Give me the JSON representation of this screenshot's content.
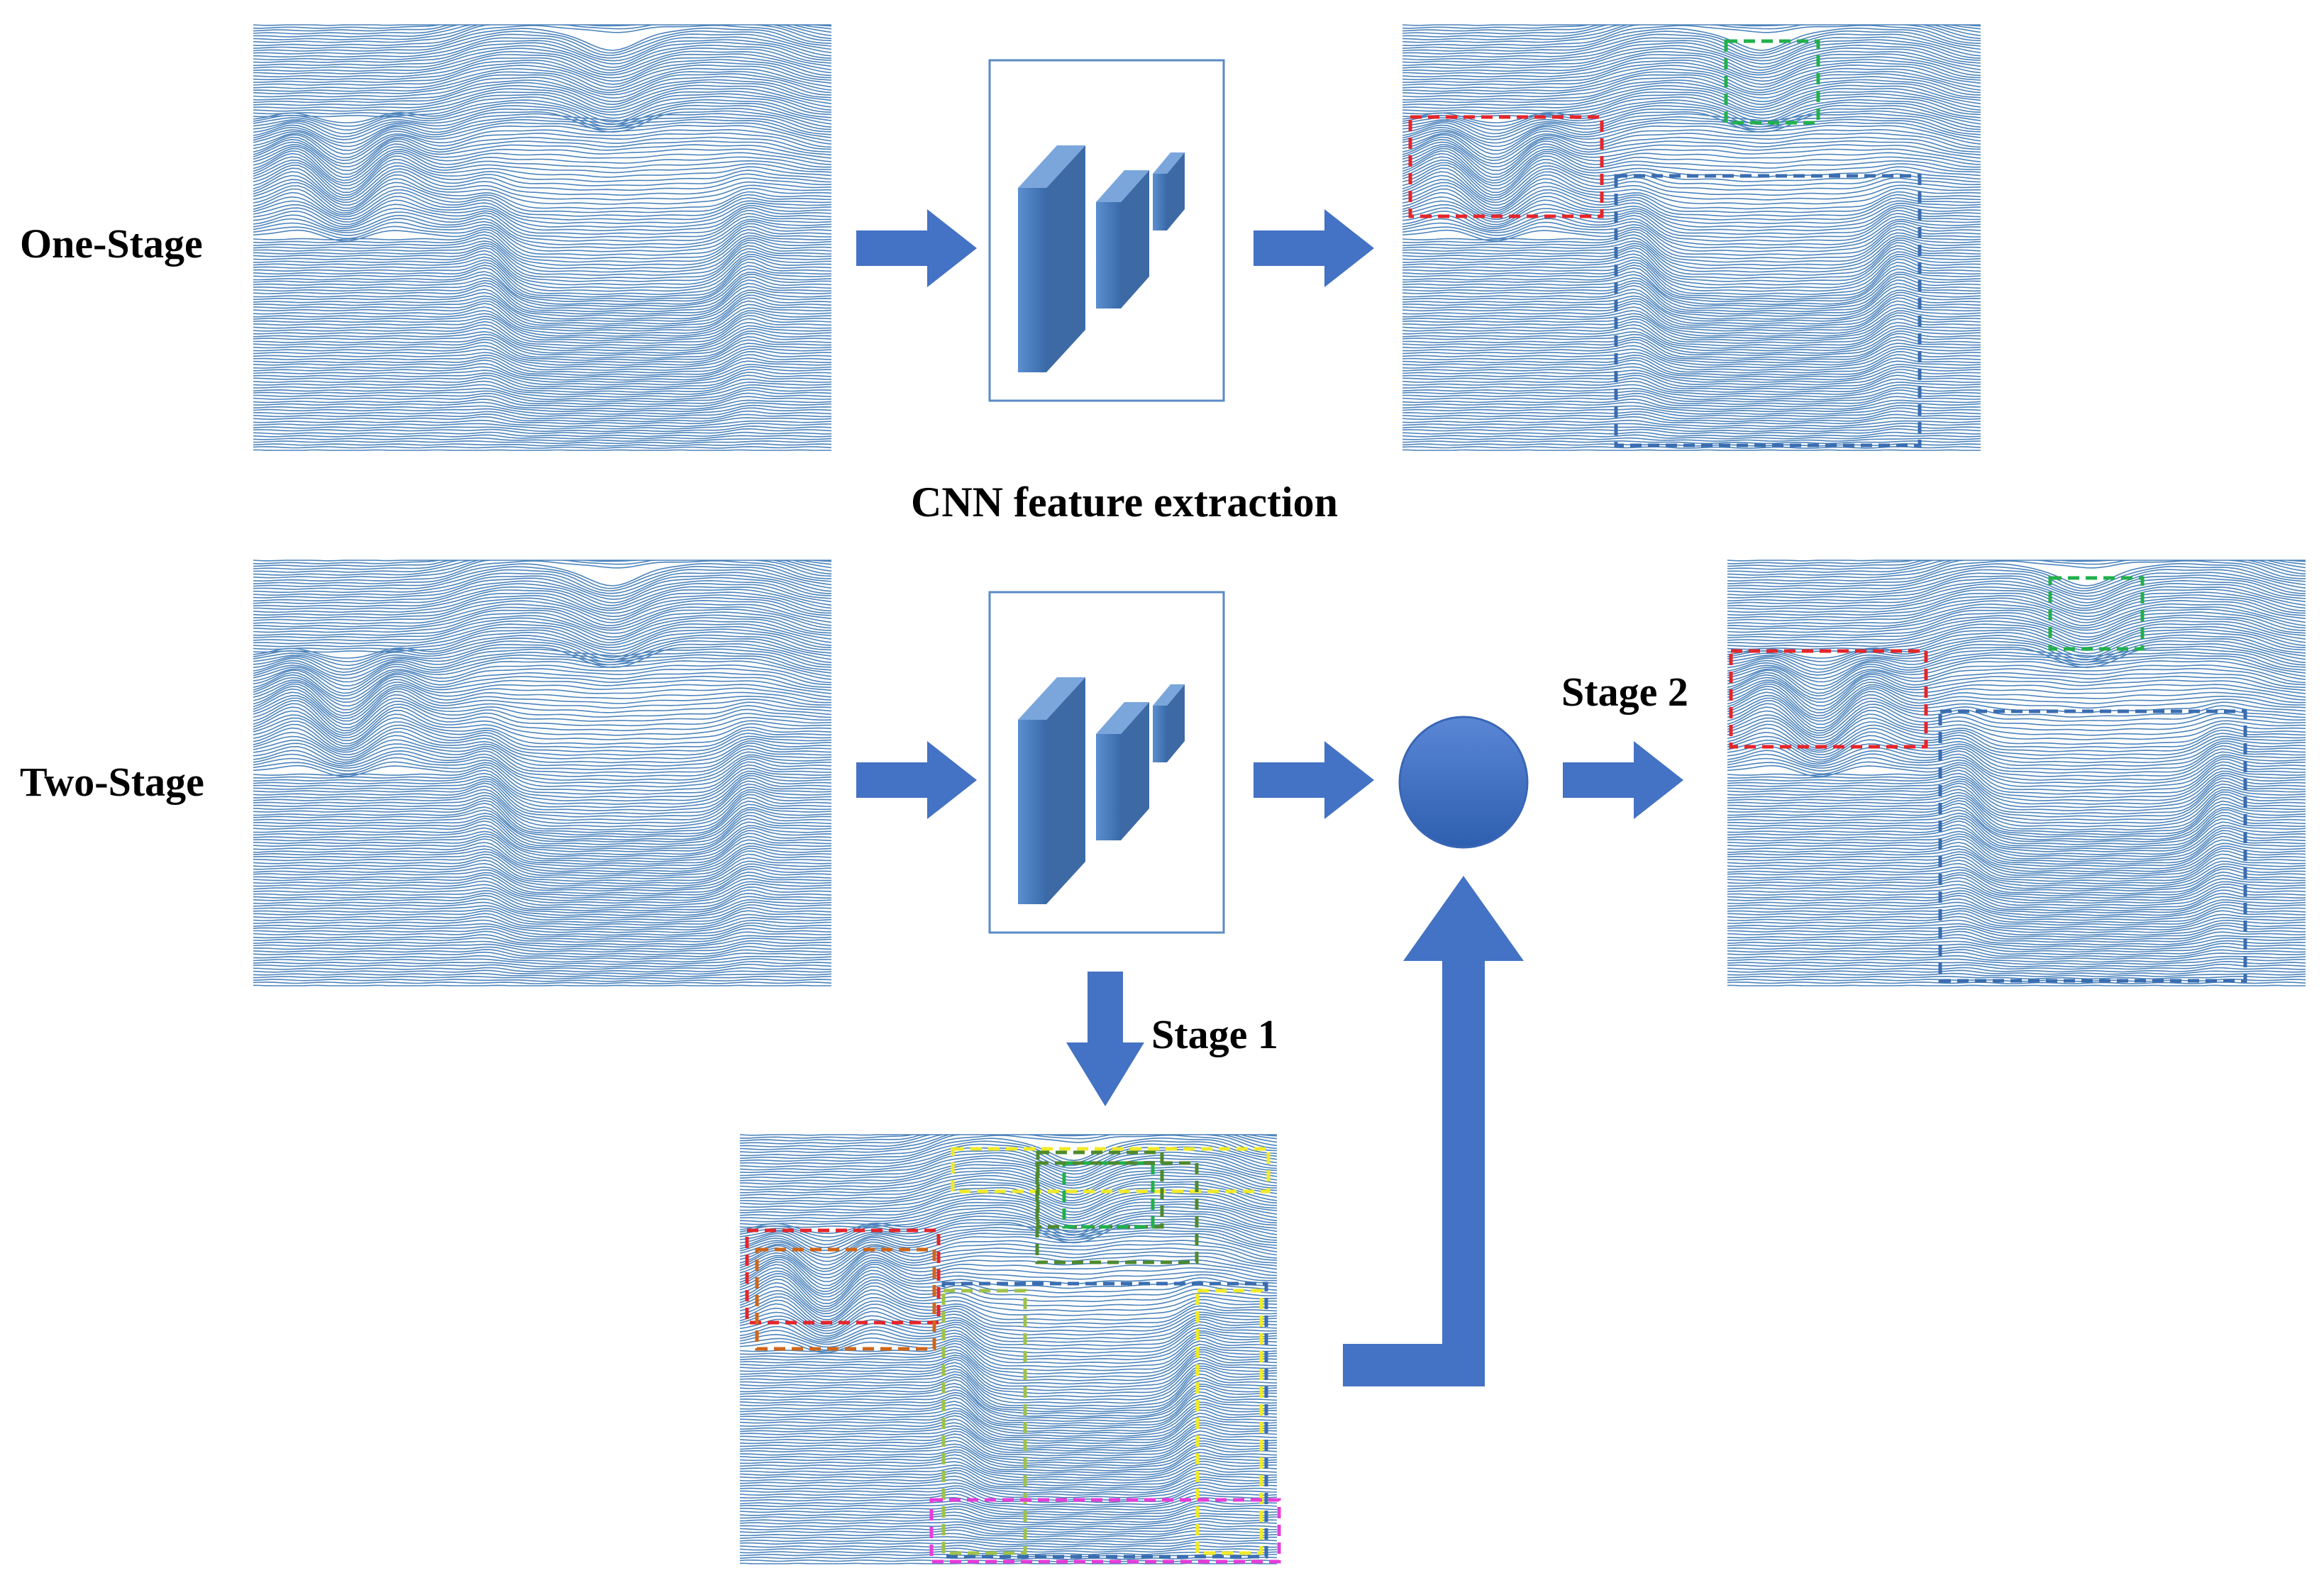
{
  "labels": {
    "one_stage": "One-Stage",
    "two_stage": "Two-Stage",
    "cnn_caption": "CNN feature extraction",
    "stage1": "Stage 1",
    "stage2": "Stage 2"
  },
  "colors": {
    "background": "#ffffff",
    "seismic_line": "#2e6fb0",
    "arrow": "#4472c4",
    "cnn_block": "#4f81bd",
    "cnn_box_border": "#5b8bc6",
    "circle": "#3f6fc2",
    "box_red": "#e5252a",
    "box_green": "#22b04b",
    "box_blue": "#3a6db0",
    "box_orange": "#d0661a",
    "box_yellow": "#f0ea2a",
    "box_olive": "#9fc24a",
    "box_darkgreen": "#4d8a2e",
    "box_magenta": "#e83cd8"
  }
}
